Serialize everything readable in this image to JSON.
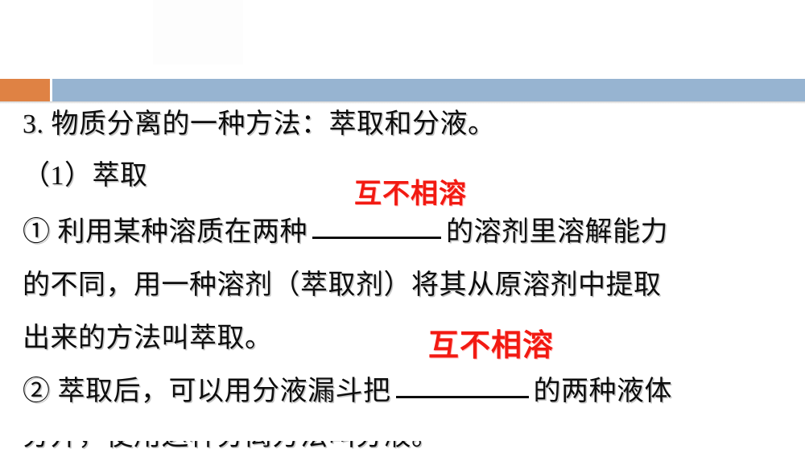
{
  "slide": {
    "background_color": "#ffffff",
    "decor": {
      "orange_color": "#df8244",
      "blue_color": "#97b4d1",
      "orange_name": "orange-accent-block",
      "blue_name": "blue-divider-bar"
    },
    "title_placeholder": {
      "text": "",
      "note": "empty title placeholder"
    },
    "body": {
      "lines": [
        {
          "id": "line1",
          "text": "3. 物质分离的一种方法：萃取和分液。"
        },
        {
          "id": "line2",
          "text": "（1）萃取"
        },
        {
          "id": "line3a",
          "text": "① 利用某种溶质在两种",
          "blank": true,
          "text_after": "的溶剂里溶解能力"
        },
        {
          "id": "line4",
          "text": "的不同，用一种溶剂（萃取剂）将其从原溶剂中提取"
        },
        {
          "id": "line5",
          "text": "出来的方法叫萃取。"
        },
        {
          "id": "line6a",
          "text": "② 萃取后，可以用分液漏斗把",
          "blank": true,
          "text_after": "的两种液体"
        },
        {
          "id": "line7",
          "text": "分开，使用这种分离方法叫分液。"
        }
      ]
    },
    "annotations": [
      {
        "id": "answer1",
        "text": "互不相溶",
        "color": "#f21a12"
      },
      {
        "id": "answer2",
        "text": "互不相溶",
        "color": "#f21a12"
      }
    ]
  }
}
